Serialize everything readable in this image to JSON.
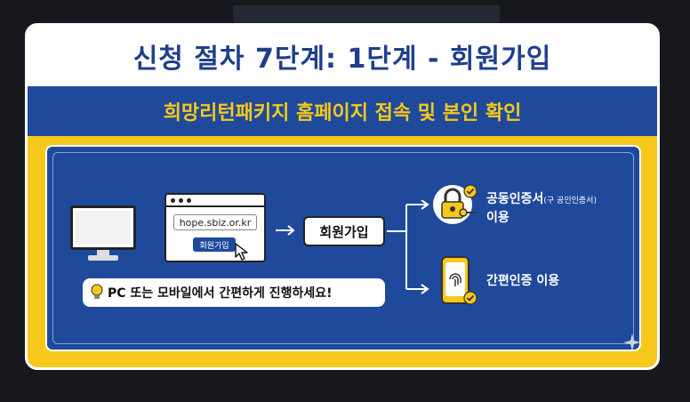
{
  "card": {
    "title": "신청 절차 7단계: 1단계 - 회원가입",
    "subtitle": "희망리턴패키지 홈페이지 접속 및 본인 확인"
  },
  "flow": {
    "browser_url": "hope.sbiz.or.kr",
    "browser_button": "회원가입",
    "step_box": "회원가입",
    "tip": "PC 또는 모바일에서 간편하게 진행하세요!",
    "option1_main": "공동인증서",
    "option1_note": "(구 공인인증서)",
    "option1_suffix": "이용",
    "option2": "간편인증 이용"
  },
  "icons": {
    "monitor": "desktop-monitor-icon",
    "lock": "lock-key-icon",
    "phone": "phone-fingerprint-icon",
    "bulb": "lightbulb-icon",
    "check": "check-circle-icon",
    "cursor": "mouse-cursor-icon"
  },
  "colors": {
    "navy": "#1f4a9c",
    "yellow": "#f7c81c",
    "title_blue": "#1f3f8c"
  }
}
